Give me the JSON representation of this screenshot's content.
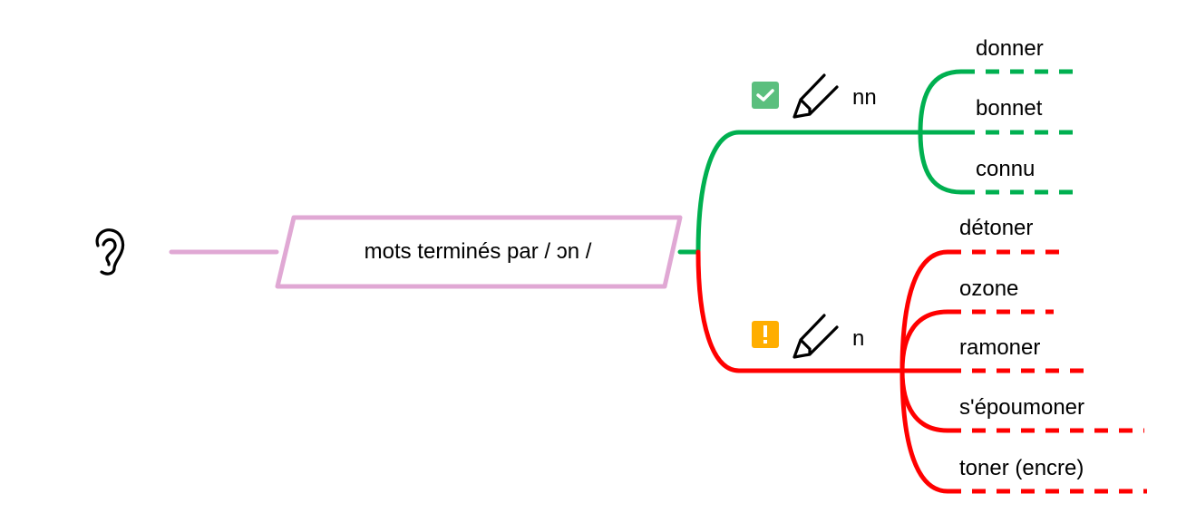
{
  "colors": {
    "central_border": "#e0a8d4",
    "branch_correct": "#00b050",
    "branch_warning": "#ff0000",
    "marker_check": "#5bbf7e",
    "marker_warning": "#ffae00",
    "text": "#000000"
  },
  "root": {
    "icon": "ear-icon",
    "central_topic": "mots terminés par / ɔn /"
  },
  "branches": [
    {
      "id": "nn",
      "label": "nn",
      "marker": "checkbox-checked-icon",
      "icon": "pen-icon",
      "color": "#00b050",
      "children": [
        "donner",
        "bonnet",
        "connu"
      ]
    },
    {
      "id": "n",
      "label": "n",
      "marker": "exclamation-icon",
      "icon": "pen-icon",
      "color": "#ff0000",
      "children": [
        "détoner",
        "ozone",
        "ramoner",
        "s'époumoner",
        "toner (encre)"
      ]
    }
  ]
}
